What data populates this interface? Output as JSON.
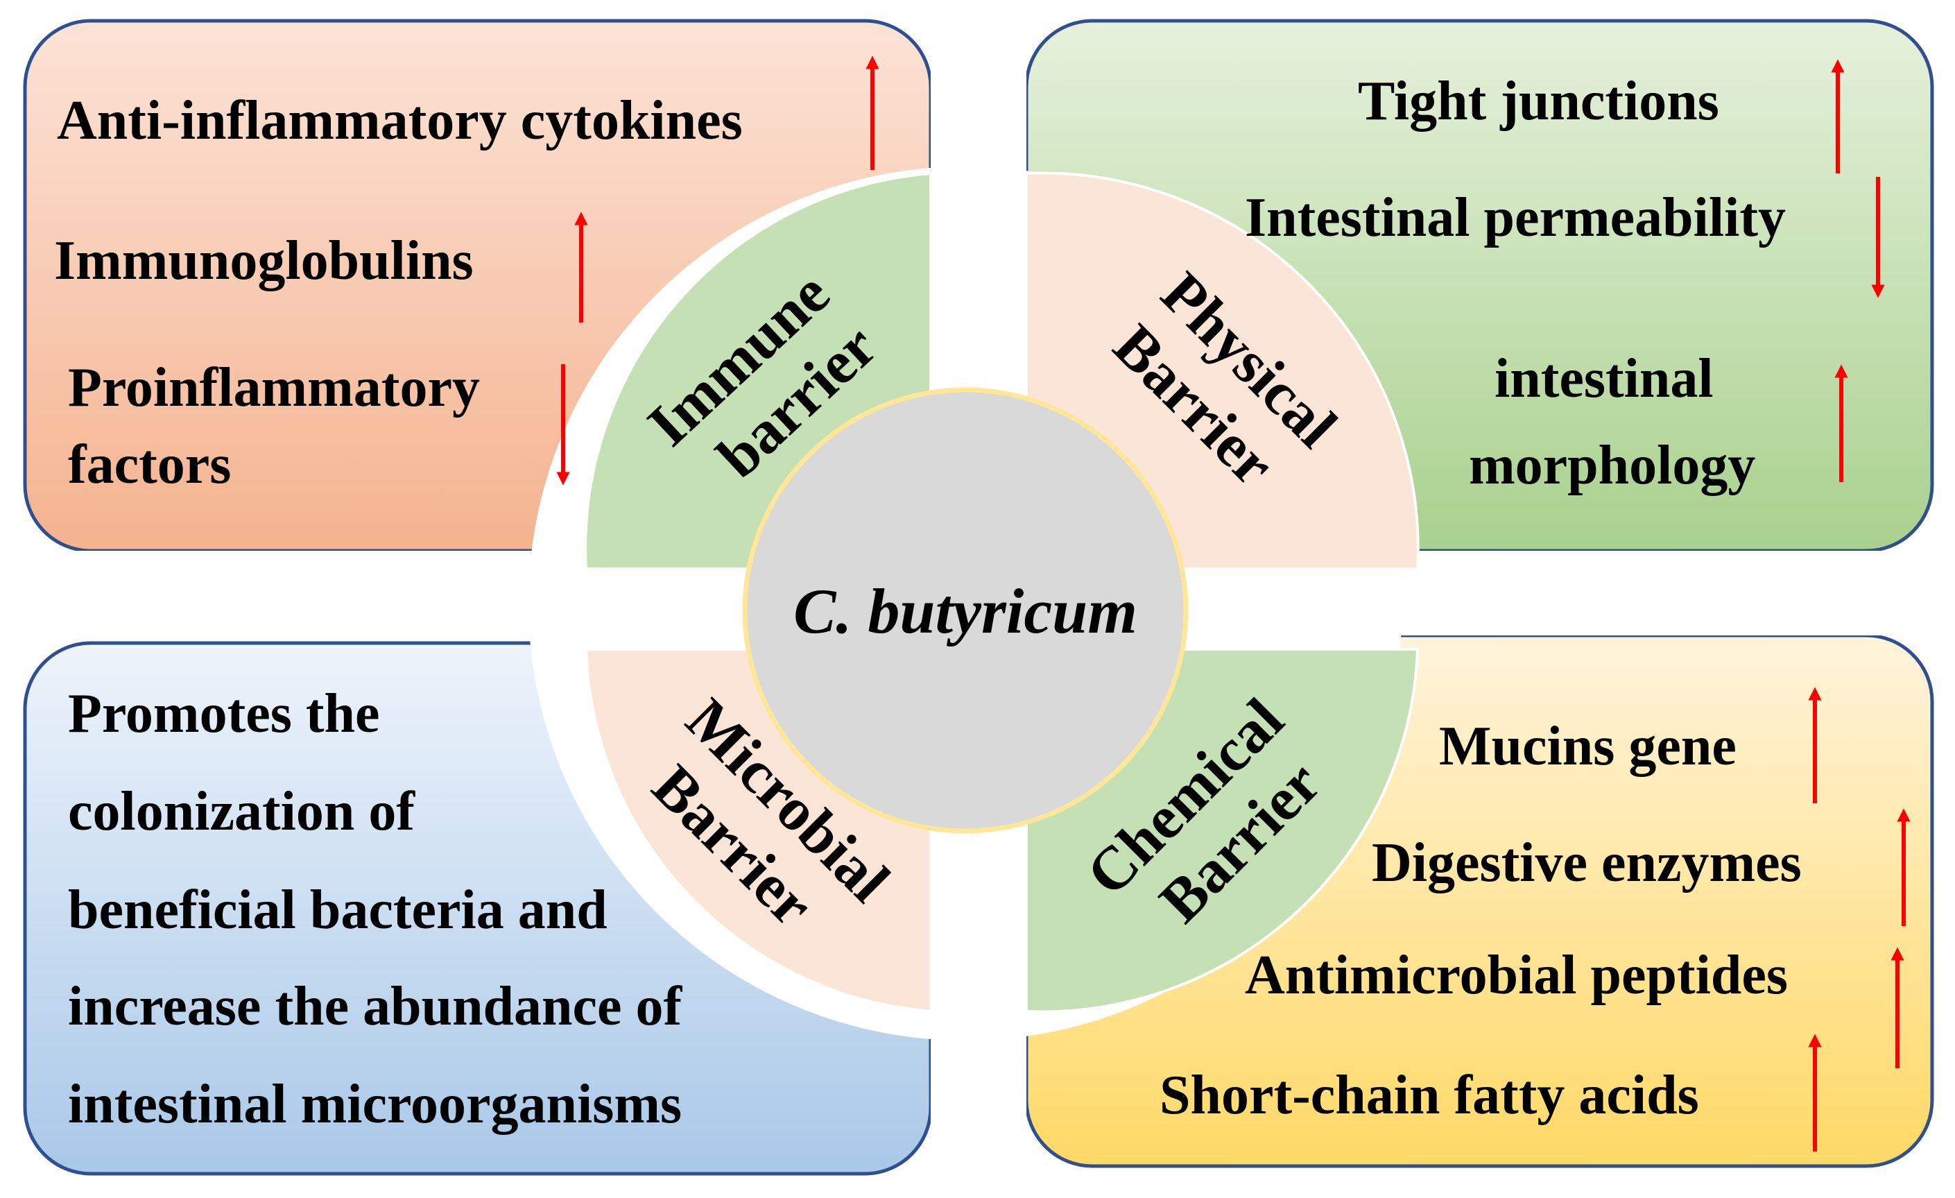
{
  "center": {
    "label": "C. butyricum"
  },
  "sectors": {
    "immune": {
      "line1": "Immune",
      "line2": "barrier"
    },
    "physical": {
      "line1": "Physical",
      "line2": "Barrier"
    },
    "microbial": {
      "line1": "Microbial",
      "line2": "Barrier"
    },
    "chemical": {
      "line1": "Chemical",
      "line2": "Barrier"
    }
  },
  "panels": {
    "immune": {
      "items": [
        {
          "text": "Anti-inflammatory cytokines",
          "direction": "up"
        },
        {
          "text": "Immunoglobulins",
          "direction": "up"
        },
        {
          "text": "Proinflammatory",
          "direction": "down"
        },
        {
          "text": "factors"
        }
      ]
    },
    "physical": {
      "items": [
        {
          "text": "Tight junctions",
          "direction": "up"
        },
        {
          "text": "Intestinal permeability",
          "direction": "down"
        },
        {
          "text": "intestinal",
          "direction": "up"
        },
        {
          "text": "morphology"
        }
      ]
    },
    "microbial": {
      "lines": [
        "Promotes the",
        "colonization of",
        "beneficial bacteria and",
        "increase the abundance of",
        "intestinal microorganisms"
      ]
    },
    "chemical": {
      "items": [
        {
          "text": "Mucins gene",
          "direction": "up"
        },
        {
          "text": "Digestive enzymes",
          "direction": "up"
        },
        {
          "text": "Antimicrobial peptides",
          "direction": "up"
        },
        {
          "text": "Short-chain fatty acids",
          "direction": "up"
        }
      ]
    }
  },
  "colors": {
    "border": "#2f4f8f",
    "arrow": "#ff0000",
    "sector_green": "#c5e0b4",
    "sector_peach": "#fbe5d6",
    "center_fill": "#d9d9d9",
    "center_ring": "#ffe699"
  }
}
